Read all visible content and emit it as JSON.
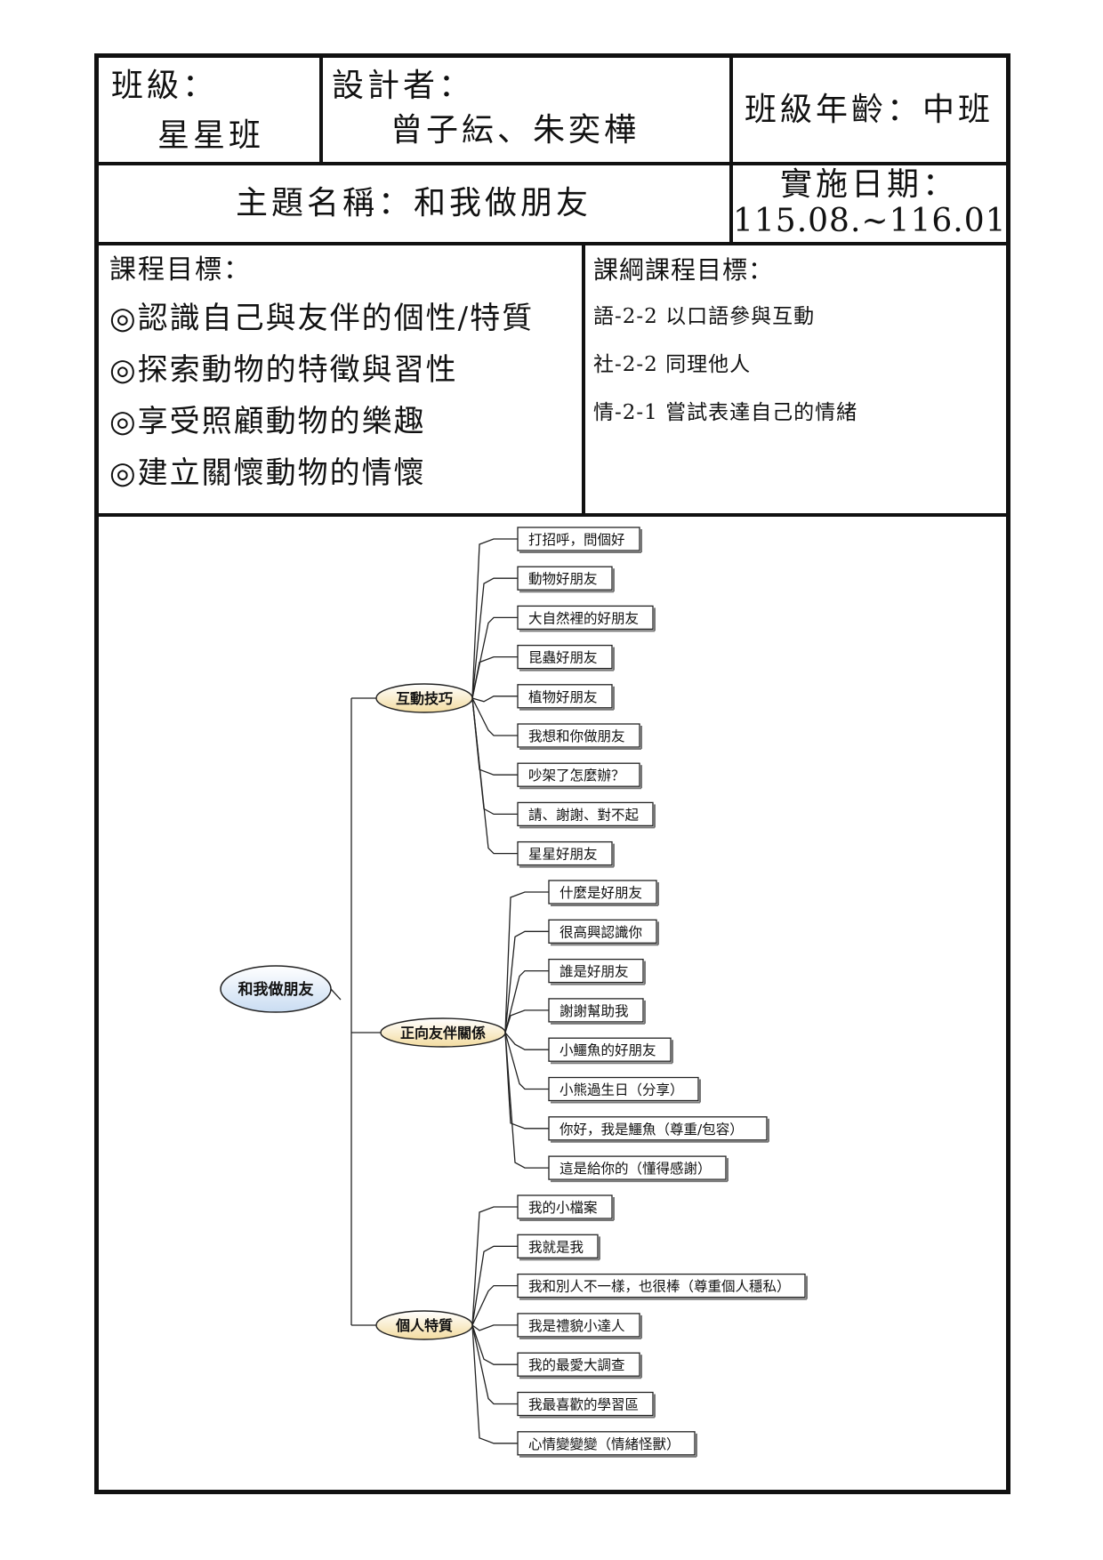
{
  "header": {
    "class_label": "班級：",
    "class_name": "星星班",
    "designer_label": "設計者：",
    "designer_names": "曾子紜、朱奕樺",
    "age": "班級年齡：中班",
    "theme": "主題名稱：和我做朋友",
    "date_label": "實施日期：",
    "date_range": "115.08.~116.01"
  },
  "objectives": {
    "title": "課程目標：",
    "items": [
      "◎認識自己與友伴的個性/特質",
      "◎探索動物的特徵與習性",
      "◎享受照顧動物的樂趣",
      "◎建立關懷動物的情懷"
    ]
  },
  "standards": {
    "title": "課綱課程目標：",
    "items": [
      "語-2-2 以口語參與互動",
      "社-2-2 同理他人",
      "情-2-1 嘗試表達自己的情緒"
    ]
  },
  "mindmap": {
    "root": "和我做朋友",
    "branches": [
      {
        "label": "互動技巧",
        "leaves": [
          "打招呼，問個好",
          "動物好朋友",
          "大自然裡的好朋友",
          "昆蟲好朋友",
          "植物好朋友",
          "我想和你做朋友",
          "吵架了怎麼辦？",
          "請、謝謝、對不起",
          "星星好朋友"
        ]
      },
      {
        "label": "正向友伴關係",
        "leaves": [
          "什麼是好朋友",
          "很高興認識你",
          "誰是好朋友",
          "謝謝幫助我",
          "小鱷魚的好朋友",
          "小熊過生日（分享）",
          "你好，我是鱷魚（尊重/包容）",
          "這是給你的（懂得感謝）"
        ]
      },
      {
        "label": "個人特質",
        "leaves": [
          "我的小檔案",
          "我就是我",
          "我和別人不一樣，也很棒（尊重個人穩私）",
          "我是禮貌小達人",
          "我的最愛大調查",
          "我最喜歡的學習區",
          "心情變變變（情緒怪獸）"
        ]
      }
    ]
  }
}
